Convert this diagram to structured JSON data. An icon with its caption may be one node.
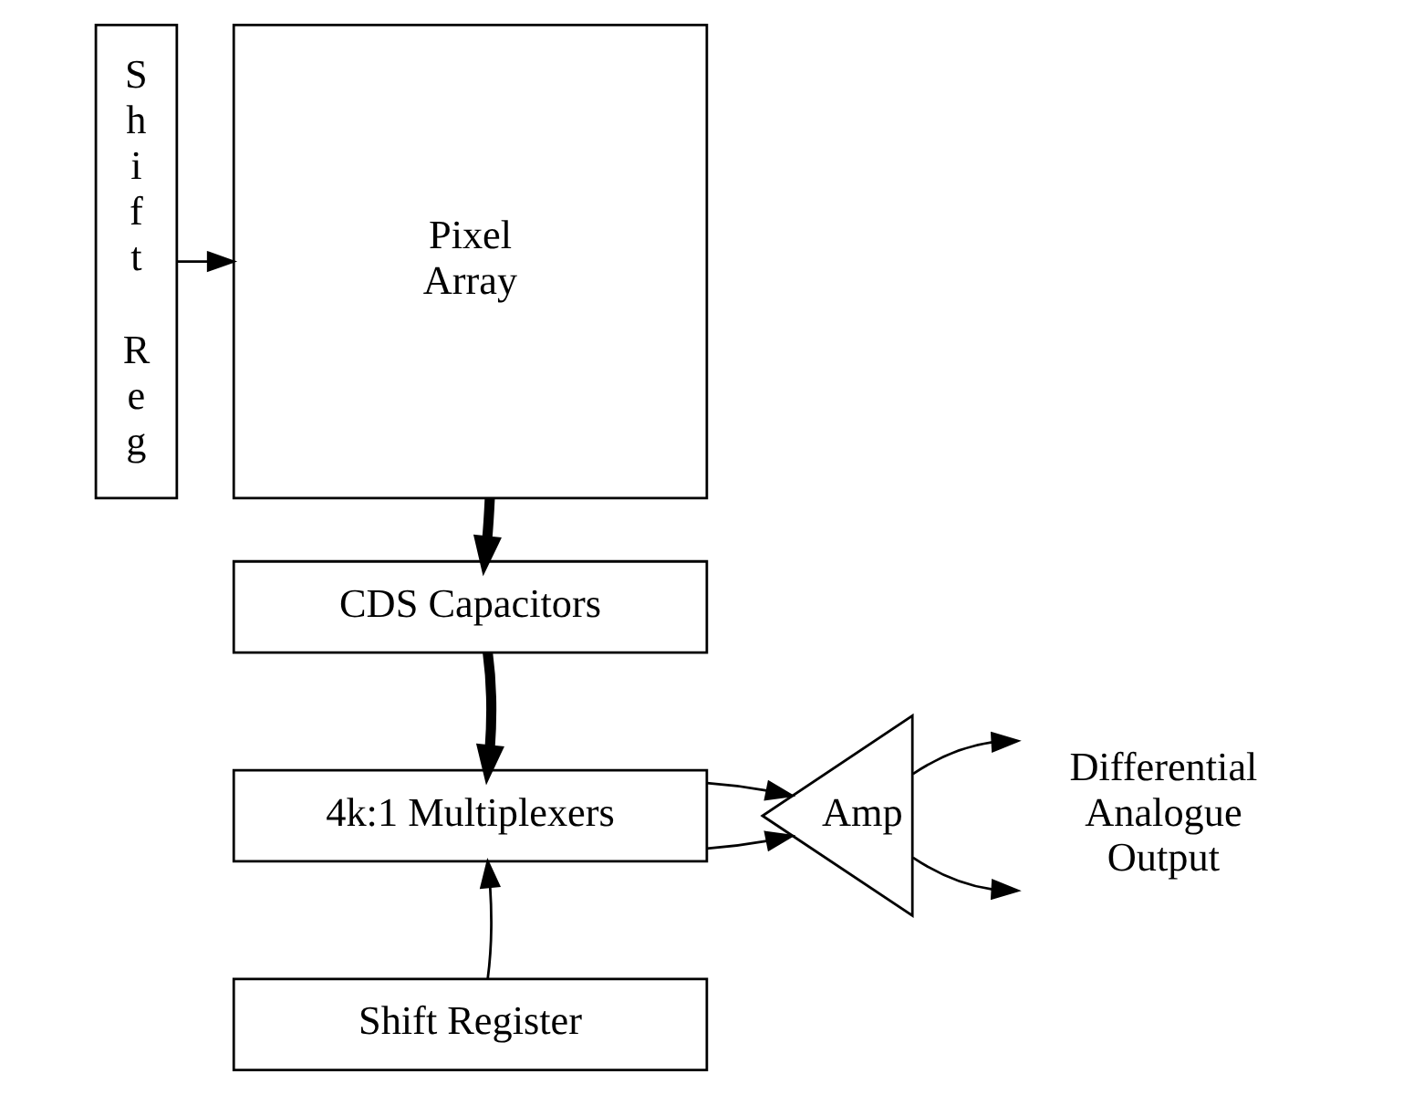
{
  "diagram": {
    "nodes": [
      {
        "text": [
          "Shift Reg"
        ]
      },
      {
        "text": [
          "Pixel Array"
        ]
      },
      {
        "text": [
          "CDS Capacitors"
        ]
      },
      {
        "text": [
          "4k:1 Multiplexers"
        ]
      },
      {
        "text": [
          "Amp"
        ]
      },
      {
        "text": [
          "Shift Register"
        ]
      },
      {
        "text": [
          "Differential Analogue Output"
        ]
      }
    ],
    "edges": [
      {
        "from": 0,
        "to": 1,
        "arrow": "to"
      },
      {
        "from": 1,
        "to": 2,
        "arrow": "to",
        "style": "thick"
      },
      {
        "from": 2,
        "to": 3,
        "arrow": "to",
        "style": "thick"
      },
      {
        "from": 3,
        "to": 4,
        "arrow": "to"
      },
      {
        "from": 3,
        "to": 4,
        "arrow": "to"
      },
      {
        "from": 5,
        "to": 3,
        "arrow": "to"
      },
      {
        "from": 4,
        "to": 6,
        "arrow": "to"
      },
      {
        "from": 4,
        "to": 6,
        "arrow": "to"
      }
    ]
  }
}
